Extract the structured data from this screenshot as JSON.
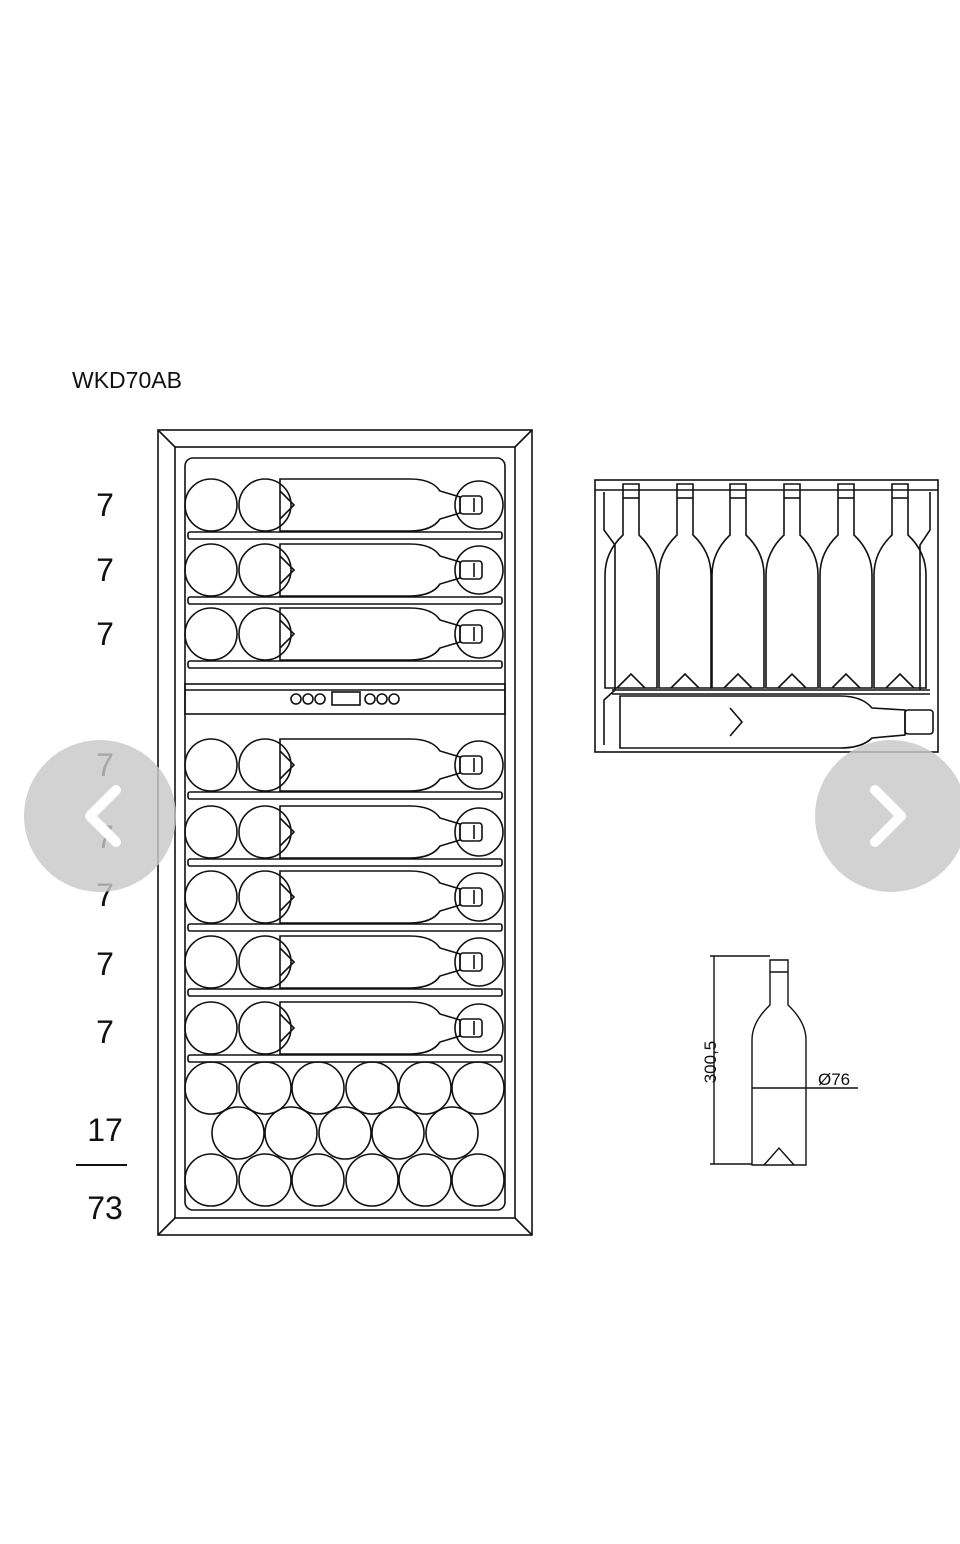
{
  "model": "WKD70AB",
  "shelf_counts": [
    "7",
    "7",
    "7",
    "7",
    "7",
    "7",
    "7",
    "7"
  ],
  "bottom_count": "17",
  "total_count": "73",
  "bottle": {
    "height_label": "300,5",
    "diameter_label": "Ø76"
  },
  "nav": {
    "prev_icon": "chevron-left-icon",
    "next_icon": "chevron-right-icon"
  },
  "colors": {
    "line": "#111111",
    "nav_bg": "#c8c8c8",
    "nav_icon": "#ffffff"
  }
}
